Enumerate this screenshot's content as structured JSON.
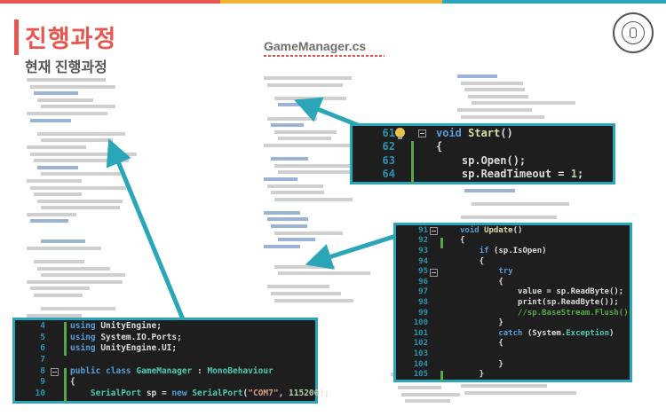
{
  "header": {
    "title": "진행과정",
    "subtitle": "현재 진행과정",
    "file_name": "GameManager.cs",
    "accent_colors": [
      "#e8574f",
      "#f2b233",
      "#2aa6b8"
    ]
  },
  "logo": {
    "icon": "university-seal-icon"
  },
  "panels": {
    "start": {
      "lines": [
        {
          "num": "61",
          "tokens": [
            [
              "kw",
              "void "
            ],
            [
              "mt",
              "Start"
            ],
            [
              "",
              "()"
            ]
          ]
        },
        {
          "num": "62",
          "tokens": [
            [
              "",
              "{"
            ]
          ]
        },
        {
          "num": "63",
          "tokens": [
            [
              "",
              "    sp.Open();"
            ]
          ]
        },
        {
          "num": "64",
          "tokens": [
            [
              "",
              "    sp.ReadTimeout = "
            ],
            [
              "nm",
              "1"
            ],
            [
              "",
              ";"
            ]
          ]
        }
      ]
    },
    "update": {
      "lines": [
        {
          "num": "91",
          "tokens": [
            [
              "kw",
              "void "
            ],
            [
              "mt",
              "Update"
            ],
            [
              "",
              "()"
            ]
          ]
        },
        {
          "num": "92",
          "tokens": [
            [
              "",
              "{"
            ]
          ]
        },
        {
          "num": "93",
          "tokens": [
            [
              "",
              "    "
            ],
            [
              "kw",
              "if"
            ],
            [
              "",
              " (sp.IsOpen)"
            ]
          ]
        },
        {
          "num": "94",
          "tokens": [
            [
              "",
              "    {"
            ]
          ]
        },
        {
          "num": "95",
          "tokens": [
            [
              "",
              "        "
            ],
            [
              "kw",
              "try"
            ]
          ]
        },
        {
          "num": "96",
          "tokens": [
            [
              "",
              "        {"
            ]
          ]
        },
        {
          "num": "97",
          "tokens": [
            [
              "",
              "            value = sp.ReadByte();"
            ]
          ]
        },
        {
          "num": "98",
          "tokens": [
            [
              "",
              "            print(sp.ReadByte());"
            ]
          ]
        },
        {
          "num": "99",
          "tokens": [
            [
              "cm",
              "            //sp.BaseStream.Flush();"
            ]
          ]
        },
        {
          "num": "100",
          "tokens": [
            [
              "",
              "        }"
            ]
          ]
        },
        {
          "num": "101",
          "tokens": [
            [
              "",
              "        "
            ],
            [
              "kw",
              "catch"
            ],
            [
              "",
              " (System."
            ],
            [
              "ty",
              "Exception"
            ],
            [
              "",
              ")"
            ]
          ]
        },
        {
          "num": "102",
          "tokens": [
            [
              "",
              "        {"
            ]
          ]
        },
        {
          "num": "103",
          "tokens": [
            [
              "",
              ""
            ]
          ]
        },
        {
          "num": "104",
          "tokens": [
            [
              "",
              "        }"
            ]
          ]
        },
        {
          "num": "105",
          "tokens": [
            [
              "",
              "    }"
            ]
          ]
        }
      ]
    },
    "usings": {
      "lines": [
        {
          "num": "4",
          "tokens": [
            [
              "kw",
              "using "
            ],
            [
              "",
              "UnityEngine;"
            ]
          ]
        },
        {
          "num": "5",
          "tokens": [
            [
              "kw",
              "using "
            ],
            [
              "",
              "System.IO.Ports;"
            ]
          ]
        },
        {
          "num": "6",
          "tokens": [
            [
              "kw",
              "using "
            ],
            [
              "",
              "UnityEngine.UI;"
            ]
          ]
        },
        {
          "num": "7",
          "tokens": [
            [
              "",
              ""
            ]
          ]
        },
        {
          "num": "8",
          "tokens": [
            [
              "kw",
              "public class "
            ],
            [
              "ty",
              "GameManager"
            ],
            [
              "",
              " : "
            ],
            [
              "ty",
              "MonoBehaviour"
            ]
          ]
        },
        {
          "num": "9",
          "tokens": [
            [
              "",
              "{"
            ]
          ]
        },
        {
          "num": "10",
          "tokens": [
            [
              "",
              "    "
            ],
            [
              "ty",
              "SerialPort"
            ],
            [
              "",
              " sp = "
            ],
            [
              "kw",
              "new "
            ],
            [
              "ty",
              "SerialPort"
            ],
            [
              "",
              "("
            ],
            [
              "st",
              "\"COM7\""
            ],
            [
              "",
              ", "
            ],
            [
              "nm",
              "115200"
            ],
            [
              "",
              ");"
            ]
          ]
        }
      ]
    }
  }
}
